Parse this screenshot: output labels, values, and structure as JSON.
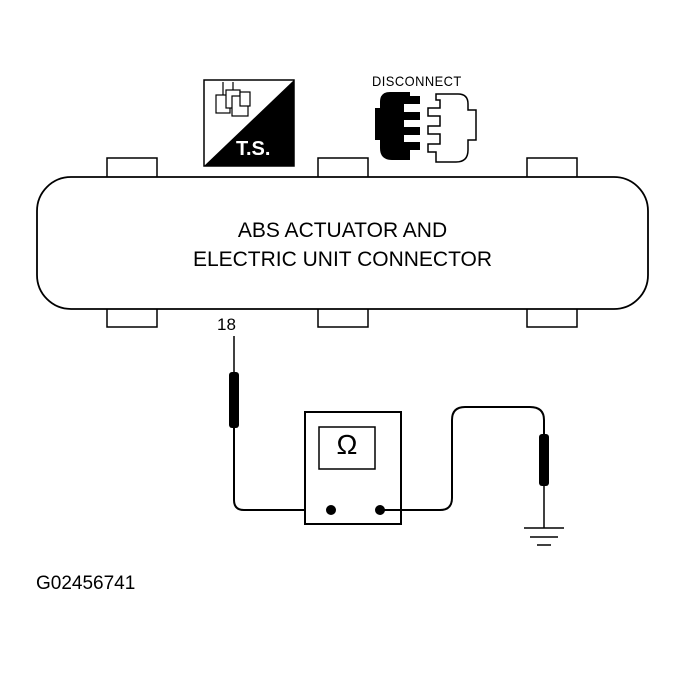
{
  "diagram": {
    "connector": {
      "title_line1": "ABS ACTUATOR AND",
      "title_line2": "ELECTRIC UNIT CONNECTOR"
    },
    "ts_badge": {
      "label": "T.S."
    },
    "disconnect_badge": {
      "label": "DISCONNECT"
    },
    "pin": {
      "number": "18"
    },
    "ohmmeter": {
      "symbol": "Ω"
    },
    "figure_id": "G02456741"
  }
}
